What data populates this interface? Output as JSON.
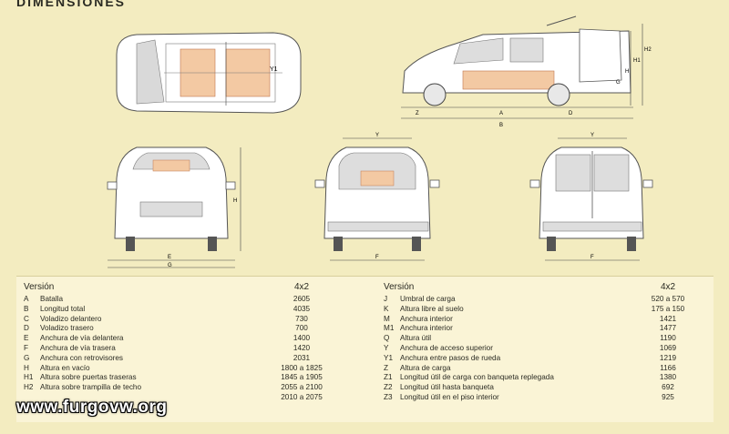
{
  "title": "DIMENSIONES",
  "watermark": "www.furgovw.org",
  "dimension_letters": {
    "side": [
      "Z",
      "A",
      "D",
      "B",
      "H2",
      "H1",
      "H",
      "G"
    ],
    "front": [
      "H",
      "E",
      "G"
    ],
    "rear_left": [
      "Y",
      "F"
    ],
    "rear_right": [
      "Y",
      "F"
    ],
    "top": [
      "Y1"
    ]
  },
  "table": {
    "left": {
      "header": {
        "label": "Versión",
        "value": "4x2"
      },
      "rows": [
        {
          "k": "A",
          "label": "Batalla",
          "value": "2605"
        },
        {
          "k": "B",
          "label": "Longitud total",
          "value": "4035"
        },
        {
          "k": "C",
          "label": "Voladizo delantero",
          "value": "730"
        },
        {
          "k": "D",
          "label": "Voladizo trasero",
          "value": "700"
        },
        {
          "k": "E",
          "label": "Anchura de vía delantera",
          "value": "1400"
        },
        {
          "k": "F",
          "label": "Anchura de vía trasera",
          "value": "1420"
        },
        {
          "k": "G",
          "label": "Anchura con retrovisores",
          "value": "2031"
        },
        {
          "k": "H",
          "label": "Altura en vacío",
          "value": "1800 a 1825"
        },
        {
          "k": "H1",
          "label": "Altura sobre puertas traseras",
          "value": "1845 a 1905"
        },
        {
          "k": "H2",
          "label": "Altura sobre trampilla de techo",
          "value": "2055 a 2100"
        },
        {
          "k": "",
          "label": "",
          "value": "2010 a 2075"
        }
      ]
    },
    "right": {
      "header": {
        "label": "Versión",
        "value": "4x2"
      },
      "rows": [
        {
          "k": "J",
          "label": "Umbral de carga",
          "value": "520 a 570"
        },
        {
          "k": "K",
          "label": "Altura libre al suelo",
          "value": "175 a 150"
        },
        {
          "k": "M",
          "label": "Anchura interior",
          "value": "1421"
        },
        {
          "k": "M1",
          "label": "Anchura interior",
          "value": "1477"
        },
        {
          "k": "Q",
          "label": "Altura útil",
          "value": "1190"
        },
        {
          "k": "Y",
          "label": "Anchura de acceso superior",
          "value": "1069"
        },
        {
          "k": "Y1",
          "label": "Anchura entre pasos de rueda",
          "value": "1219"
        },
        {
          "k": "Z",
          "label": "Altura de carga",
          "value": "1166"
        },
        {
          "k": "Z1",
          "label": "Longitud útil de carga con banqueta replegada",
          "value": "1380"
        },
        {
          "k": "Z2",
          "label": "Longitud útil hasta banqueta",
          "value": "692"
        },
        {
          "k": "Z3",
          "label": "Longitud útil en el piso interior",
          "value": "925"
        }
      ]
    }
  }
}
